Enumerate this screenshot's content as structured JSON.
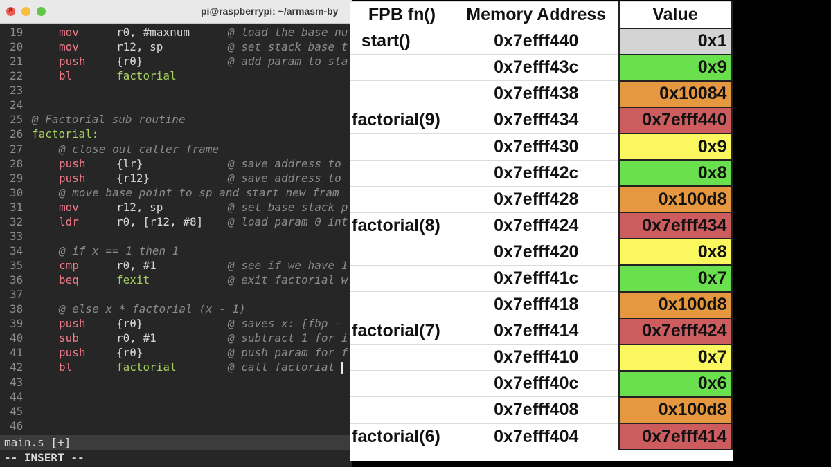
{
  "window": {
    "title": "pi@raspberrypi: ~/armasm-by"
  },
  "editor": {
    "lines": [
      {
        "n": "19",
        "kw": "mov",
        "ops": "r0, #maxnum",
        "comment": "@ load the base nu"
      },
      {
        "n": "20",
        "kw": "mov",
        "ops": "r12, sp",
        "comment": "@ set stack base t"
      },
      {
        "n": "21",
        "kw": "push",
        "ops": "{r0}",
        "comment": "@ add param to sta"
      },
      {
        "n": "22",
        "kw": "bl",
        "fn": "factorial"
      },
      {
        "n": "23"
      },
      {
        "n": "24"
      },
      {
        "n": "25",
        "full_comment": "@ Factorial sub routine"
      },
      {
        "n": "26",
        "label": "factorial:"
      },
      {
        "n": "27",
        "indent_comment": "@ close out caller frame"
      },
      {
        "n": "28",
        "kw": "push",
        "ops": "{lr}",
        "comment": "@ save address to"
      },
      {
        "n": "29",
        "kw": "push",
        "ops": "{r12}",
        "comment": "@ save address to"
      },
      {
        "n": "30",
        "indent_comment": "@ move base point to sp and start new fram"
      },
      {
        "n": "31",
        "kw": "mov",
        "ops": "r12, sp",
        "comment": "@ set base stack p"
      },
      {
        "n": "32",
        "kw": "ldr",
        "ops": "r0, [r12, #8]",
        "comment": "@ load param 0 int"
      },
      {
        "n": "33"
      },
      {
        "n": "34",
        "indent_comment": "@ if x == 1 then 1"
      },
      {
        "n": "35",
        "kw": "cmp",
        "ops": "r0, #1",
        "comment": "@ see if we have 1"
      },
      {
        "n": "36",
        "kw": "beq",
        "fn": "fexit",
        "comment": "@ exit factorial w"
      },
      {
        "n": "37"
      },
      {
        "n": "38",
        "indent_comment": "@ else x * factorial (x - 1)"
      },
      {
        "n": "39",
        "kw": "push",
        "ops": "{r0}",
        "comment": "@ saves x: [fbp -"
      },
      {
        "n": "40",
        "kw": "sub",
        "ops": "r0, #1",
        "comment": "@ subtract 1 for i"
      },
      {
        "n": "41",
        "kw": "push",
        "ops": "{r0}",
        "comment": "@ push param for f"
      },
      {
        "n": "42",
        "kw": "bl",
        "fn": "factorial",
        "comment": "@ call factorial",
        "cursor": true
      },
      {
        "n": "43"
      },
      {
        "n": "44"
      },
      {
        "n": "45"
      },
      {
        "n": "46"
      }
    ],
    "status": "main.s [+]",
    "mode": "-- INSERT --"
  },
  "stack_table": {
    "headers": [
      "FPB fn()",
      "Memory Address",
      "Value"
    ],
    "rows": [
      {
        "fn": "_start()",
        "addr": "0x7efff440",
        "value": "0x1",
        "color": "#d4d4d4"
      },
      {
        "fn": "",
        "addr": "0x7efff43c",
        "value": "0x9",
        "color": "#6be04f"
      },
      {
        "fn": "",
        "addr": "0x7efff438",
        "value": "0x10084",
        "color": "#e5983f"
      },
      {
        "fn": "factorial(9)",
        "addr": "0x7efff434",
        "value": "0x7efff440",
        "color": "#cd5c5f"
      },
      {
        "fn": "",
        "addr": "0x7efff430",
        "value": "0x9",
        "color": "#fbf75f"
      },
      {
        "fn": "",
        "addr": "0x7efff42c",
        "value": "0x8",
        "color": "#6be04f"
      },
      {
        "fn": "",
        "addr": "0x7efff428",
        "value": "0x100d8",
        "color": "#e5983f"
      },
      {
        "fn": "factorial(8)",
        "addr": "0x7efff424",
        "value": "0x7efff434",
        "color": "#cd5c5f"
      },
      {
        "fn": "",
        "addr": "0x7efff420",
        "value": "0x8",
        "color": "#fbf75f"
      },
      {
        "fn": "",
        "addr": "0x7efff41c",
        "value": "0x7",
        "color": "#6be04f"
      },
      {
        "fn": "",
        "addr": "0x7efff418",
        "value": "0x100d8",
        "color": "#e5983f"
      },
      {
        "fn": "factorial(7)",
        "addr": "0x7efff414",
        "value": "0x7efff424",
        "color": "#cd5c5f"
      },
      {
        "fn": "",
        "addr": "0x7efff410",
        "value": "0x7",
        "color": "#fbf75f"
      },
      {
        "fn": "",
        "addr": "0x7efff40c",
        "value": "0x6",
        "color": "#6be04f"
      },
      {
        "fn": "",
        "addr": "0x7efff408",
        "value": "0x100d8",
        "color": "#e5983f"
      },
      {
        "fn": "factorial(6)",
        "addr": "0x7efff404",
        "value": "0x7efff414",
        "color": "#cd5c5f"
      }
    ]
  }
}
